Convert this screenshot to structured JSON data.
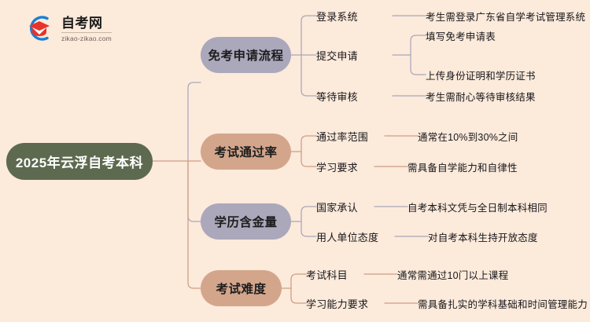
{
  "logo": {
    "name": "zikao-logo",
    "title": "自考网",
    "subtitle": "zikao-zikao.com",
    "mark_icon": "graduation-cap-icon"
  },
  "colors": {
    "background": "#fceadb",
    "root": "#5e6a4f",
    "branch_purple": "#aba8bc",
    "branch_tan": "#d3a68c",
    "link_purple": "#a9a6bb",
    "link_tan": "#cf9e83",
    "text_dark": "#17171a",
    "text_light": "#ffffff"
  },
  "mindmap": {
    "root": {
      "label": "2025年云浮自考本科"
    },
    "branches": [
      {
        "label": "免考申请流程",
        "color": "purple",
        "children": [
          {
            "label": "登录系统",
            "children": [
              {
                "label": "考生需登录广东省自学考试管理系统"
              }
            ]
          },
          {
            "label": "提交申请",
            "children": [
              {
                "label": "填写免考申请表"
              },
              {
                "label": "上传身份证明和学历证书"
              }
            ]
          },
          {
            "label": "等待审核",
            "children": [
              {
                "label": "考生需耐心等待审核结果"
              }
            ]
          }
        ]
      },
      {
        "label": "考试通过率",
        "color": "tan",
        "children": [
          {
            "label": "通过率范围",
            "children": [
              {
                "label": "通常在10%到30%之间"
              }
            ]
          },
          {
            "label": "学习要求",
            "children": [
              {
                "label": "需具备自学能力和自律性"
              }
            ]
          }
        ]
      },
      {
        "label": "学历含金量",
        "color": "purple",
        "children": [
          {
            "label": "国家承认",
            "children": [
              {
                "label": "自考本科文凭与全日制本科相同"
              }
            ]
          },
          {
            "label": "用人单位态度",
            "children": [
              {
                "label": "对自考本科生持开放态度"
              }
            ]
          }
        ]
      },
      {
        "label": "考试难度",
        "color": "tan",
        "children": [
          {
            "label": "考试科目",
            "children": [
              {
                "label": "通常需通过10门以上课程"
              }
            ]
          },
          {
            "label": "学习能力要求",
            "children": [
              {
                "label": "需具备扎实的学科基础和时间管理能力"
              }
            ]
          }
        ]
      }
    ]
  }
}
